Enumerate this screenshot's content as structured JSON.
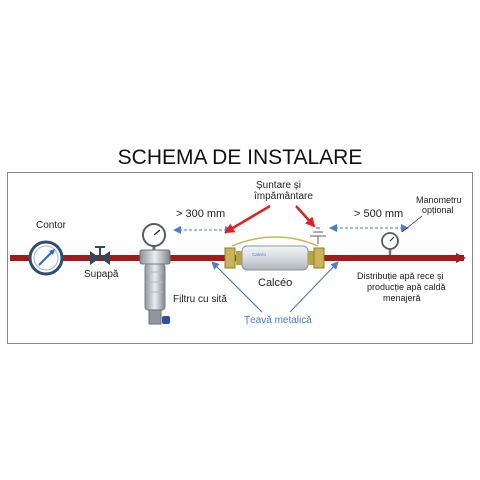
{
  "title": "SCHEMA DE INSTALARE",
  "labels": {
    "contor": "Contor",
    "supapa": "Supapă",
    "filter": "Filtru cu sită",
    "distance_1": "> 300 mm",
    "grounding": [
      "Șuntare și",
      "împământare"
    ],
    "distance_2": "> 500 mm",
    "manometer": [
      "Manometru",
      "opțional"
    ],
    "device_brand": "Calcéo",
    "device_name": "Calcéo",
    "metal_pipe": "Țeavă metalică",
    "distribution": [
      "Distribuție apă rece și",
      "producție apă caldă",
      "menajeră"
    ]
  },
  "colors": {
    "pipe": "#a31a1a",
    "red_arrow": "#e02020",
    "blue_arrow": "#4a7fc1",
    "device_body": "#d9dde2",
    "brass": "#c9b45a",
    "valve": "#2f4a5e"
  },
  "icons": [
    "meter-icon",
    "valve-icon",
    "filter-gauge-icon",
    "calceo-device-icon",
    "ground-icon",
    "manometer-icon"
  ]
}
